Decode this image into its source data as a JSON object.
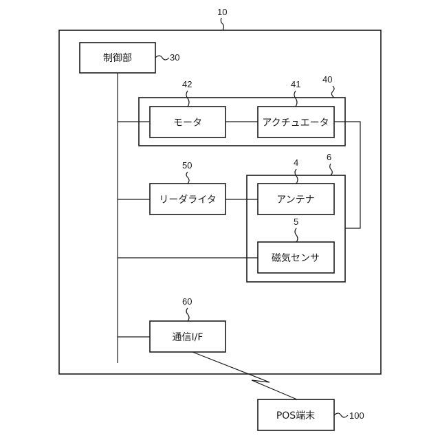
{
  "refs": {
    "device": "10",
    "control": "30",
    "drive_group": "40",
    "actuator": "41",
    "motor": "42",
    "rw": "50",
    "antenna": "4",
    "sensor": "5",
    "sensor_group": "6",
    "comm": "60",
    "pos": "100"
  },
  "labels": {
    "control": "制御部",
    "motor": "モータ",
    "actuator": "アクチュエータ",
    "rw": "リーダライタ",
    "antenna": "アンテナ",
    "sensor": "磁気センサ",
    "comm": "通信I/F",
    "pos": "POS端末"
  }
}
